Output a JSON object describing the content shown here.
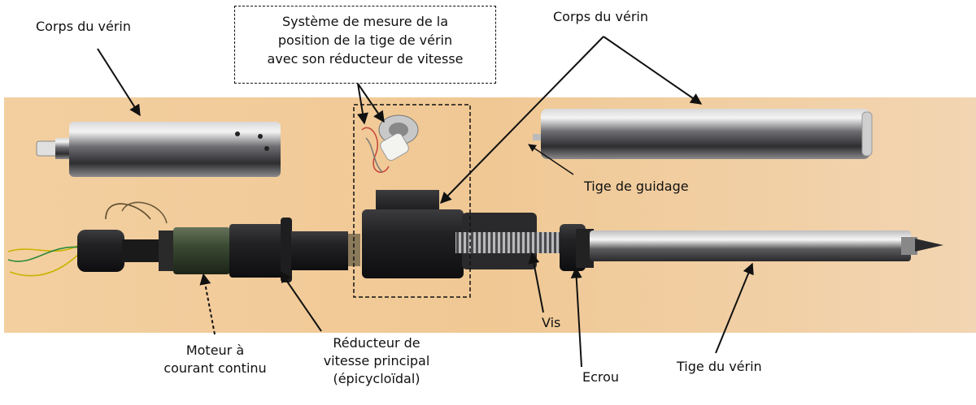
{
  "labels": {
    "corps_gauche": "Corps du vérin",
    "corps_droit": "Corps du vérin",
    "systeme_l1": "Système de mesure de la",
    "systeme_l2": "position de la tige de vérin",
    "systeme_l3": "avec son réducteur de vitesse",
    "tige_guidage": "Tige de guidage",
    "moteur_l1": "Moteur à",
    "moteur_l2": "courant continu",
    "reducteur_l1": "Réducteur de",
    "reducteur_l2": "vitesse principal",
    "reducteur_l3": "(épicycloïdal)",
    "vis": "Vis",
    "ecrou": "Ecrou",
    "tige_verin": "Tige du vérin"
  },
  "colors": {
    "photo_background": "#f0c894",
    "metal_body": "#6e6e72",
    "motor_green": "#3a4a32",
    "black_part": "#1b1b1d"
  }
}
